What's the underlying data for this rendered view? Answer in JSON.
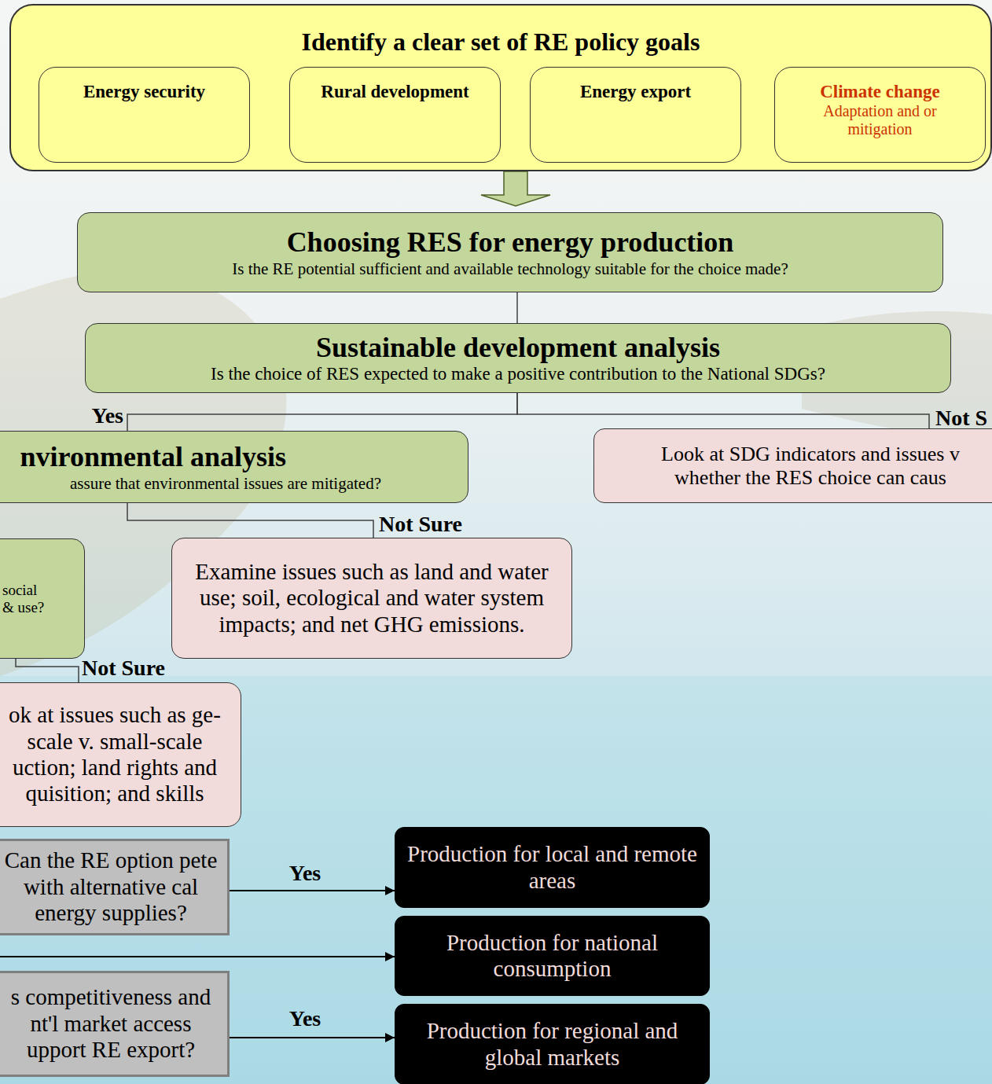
{
  "diagram": {
    "nodes": [
      {
        "text": [
          "Identify a clear set of RE policy goals"
        ]
      },
      {
        "text": [
          "Energy security"
        ],
        "in": 0
      },
      {
        "text": [
          "Rural development"
        ],
        "in": 0
      },
      {
        "text": [
          "Energy export"
        ],
        "in": 0
      },
      {
        "text": [
          "Climate change",
          "Adaptation and or mitigation"
        ],
        "in": 0
      },
      {
        "text": [
          "Choosing RES for energy production",
          "Is the RE potential sufficient and available technology suitable for the choice made?"
        ]
      },
      {
        "text": [
          "Sustainable development analysis",
          "Is the choice of RES expected to make a positive contribution to the National SDGs?"
        ]
      },
      {
        "text": [
          "nvironmental analysis",
          "assure that environmental issues are mitigated?"
        ]
      },
      {
        "text": [
          "Look at SDG indicators and issues v whether the RES choice can caus"
        ]
      },
      {
        "text": [
          "social & use?"
        ]
      },
      {
        "text": [
          "Examine issues such as land and water use; soil, ecological and water system impacts; and net GHG emissions."
        ]
      },
      {
        "text": [
          "ok at issues such as ge-scale v. small-scale uction; land rights and quisition; and skills"
        ]
      },
      {
        "text": [
          "Can the RE option pete with alternative cal energy supplies?"
        ]
      },
      {
        "text": [
          "Production for local and remote areas"
        ]
      },
      {
        "text": [
          "Production for national consumption"
        ]
      },
      {
        "text": [
          "s competitiveness and nt'l market access upport RE export?"
        ]
      },
      {
        "text": [
          "Production for regional and global markets"
        ]
      }
    ],
    "edges": [
      {
        "from": 0,
        "to": 5,
        "arrow": "to"
      },
      {
        "from": 5,
        "to": 6,
        "arrow": "none"
      },
      {
        "from": 6,
        "to": 7,
        "label": "Yes",
        "arrow": "none"
      },
      {
        "from": 6,
        "to": 8,
        "label": "Not S",
        "arrow": "none"
      },
      {
        "from": 7,
        "to": 10,
        "label": "Not Sure",
        "arrow": "none"
      },
      {
        "from": 9,
        "to": 11,
        "label": "Not Sure",
        "arrow": "none"
      },
      {
        "from": 12,
        "to": 13,
        "label": "Yes",
        "arrow": "to"
      },
      {
        "from": 15,
        "to": 16,
        "label": "Yes",
        "arrow": "to"
      }
    ]
  }
}
